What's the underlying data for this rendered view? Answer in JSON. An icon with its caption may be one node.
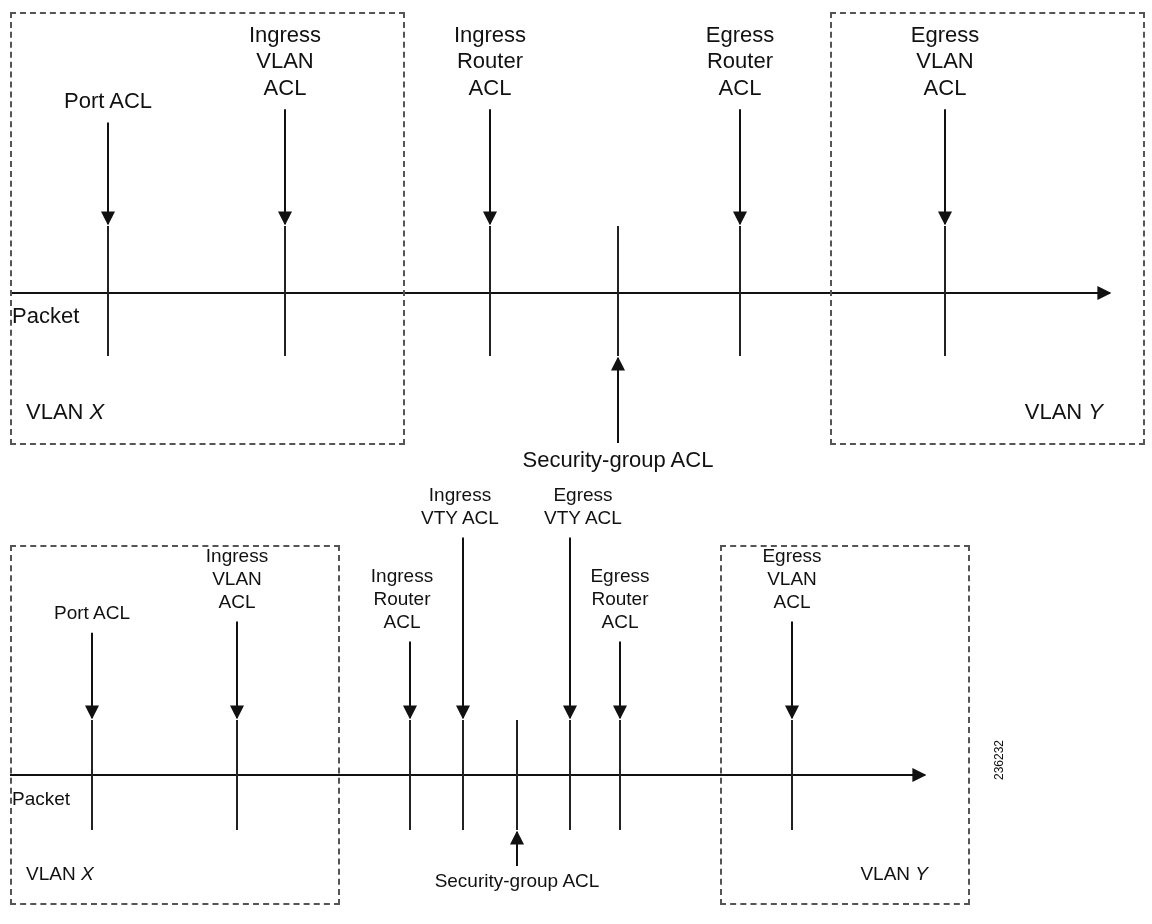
{
  "diagram": {
    "nodes": [
      {
        "text": [
          "VLAN *X*"
        ]
      },
      {
        "text": [
          "Port ACL"
        ],
        "in": 0
      },
      {
        "text": [
          "Ingress VLAN ACL"
        ],
        "in": 0
      },
      {
        "text": [],
        "shape": "bar",
        "in": 0
      },
      {
        "text": [],
        "shape": "bar",
        "in": 0
      },
      {
        "text": [
          "Ingress Router ACL"
        ]
      },
      {
        "text": [
          "Egress Router ACL"
        ]
      },
      {
        "text": [],
        "shape": "bar"
      },
      {
        "text": [],
        "shape": "bar"
      },
      {
        "text": [],
        "shape": "bar"
      },
      {
        "text": [
          "Security-group ACL"
        ]
      },
      {
        "text": [
          "VLAN *Y*"
        ]
      },
      {
        "text": [
          "Egress VLAN ACL"
        ],
        "in": 11
      },
      {
        "text": [],
        "shape": "bar",
        "in": 11
      },
      {
        "text": [
          "VLAN *X*"
        ]
      },
      {
        "text": [
          "Port ACL"
        ],
        "in": 14
      },
      {
        "text": [
          "Ingress VLAN ACL"
        ],
        "in": 14
      },
      {
        "text": [],
        "shape": "bar",
        "in": 14
      },
      {
        "text": [],
        "shape": "bar",
        "in": 14
      },
      {
        "text": [
          "Ingress Router ACL"
        ]
      },
      {
        "text": [
          "Ingress VTY ACL"
        ]
      },
      {
        "text": [
          "Egress VTY ACL"
        ]
      },
      {
        "text": [
          "Egress Router ACL"
        ]
      },
      {
        "text": [],
        "shape": "bar"
      },
      {
        "text": [],
        "shape": "bar"
      },
      {
        "text": [],
        "shape": "bar"
      },
      {
        "text": [],
        "shape": "bar"
      },
      {
        "text": [],
        "shape": "bar"
      },
      {
        "text": [
          "Security-group ACL"
        ]
      },
      {
        "text": [
          "VLAN *Y*"
        ]
      },
      {
        "text": [
          "Egress VLAN ACL"
        ],
        "in": 29
      },
      {
        "text": [],
        "shape": "bar",
        "in": 29
      }
    ],
    "edges": [
      {
        "from": 1,
        "to": 3,
        "arrow": "to"
      },
      {
        "from": 2,
        "to": 4,
        "arrow": "to"
      },
      {
        "from": 5,
        "to": 7,
        "arrow": "to"
      },
      {
        "from": 6,
        "to": 9,
        "arrow": "to"
      },
      {
        "from": 10,
        "to": 8,
        "arrow": "to"
      },
      {
        "from": 12,
        "to": 13,
        "arrow": "to"
      },
      {
        "from": 15,
        "to": 17,
        "arrow": "to"
      },
      {
        "from": 16,
        "to": 18,
        "arrow": "to"
      },
      {
        "from": 19,
        "to": 23,
        "arrow": "to"
      },
      {
        "from": 20,
        "to": 24,
        "arrow": "to"
      },
      {
        "from": 21,
        "to": 26,
        "arrow": "to"
      },
      {
        "from": 22,
        "to": 27,
        "arrow": "to"
      },
      {
        "from": 28,
        "to": 25,
        "arrow": "to"
      },
      {
        "from": 30,
        "to": 31,
        "arrow": "to"
      }
    ],
    "labels": [
      "Packet",
      "Packet",
      "236232"
    ]
  }
}
